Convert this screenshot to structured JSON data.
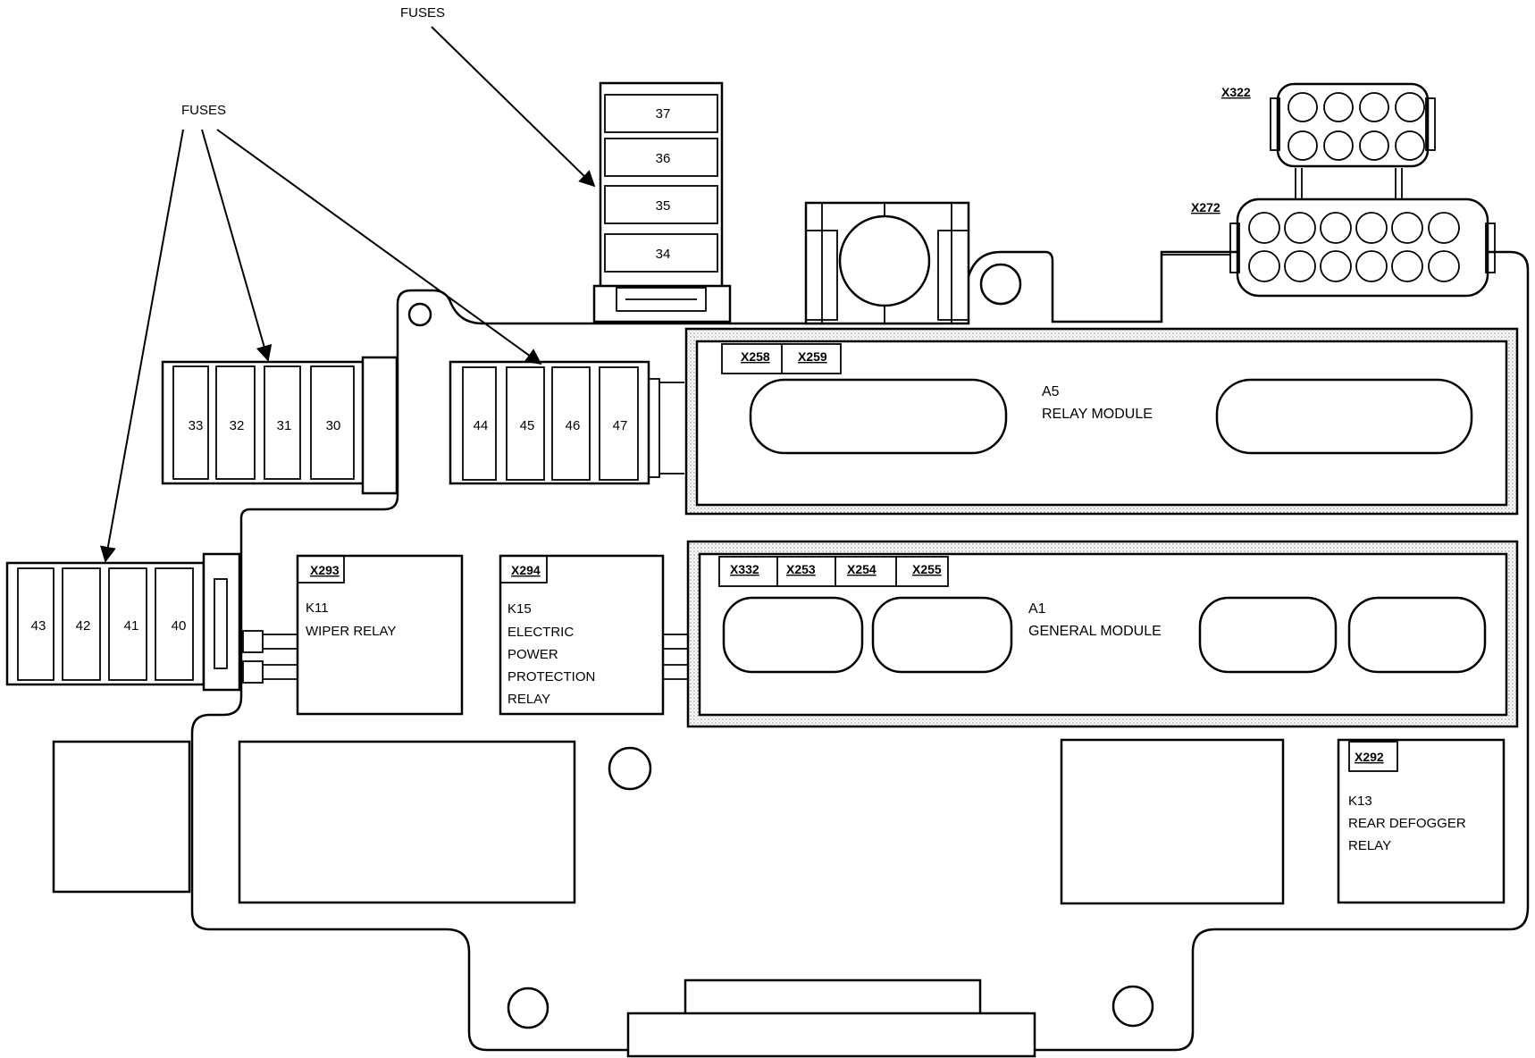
{
  "callouts": {
    "fuses_top": "FUSES",
    "fuses_left": "FUSES"
  },
  "fuse_blocks": {
    "top": [
      "37",
      "36",
      "35",
      "34"
    ],
    "mid_left": [
      "33",
      "32",
      "31",
      "30"
    ],
    "mid_right": [
      "44",
      "45",
      "46",
      "47"
    ],
    "bottom_left": [
      "43",
      "42",
      "41",
      "40"
    ]
  },
  "connectors": {
    "x322": "X322",
    "x272": "X272",
    "x258": "X258",
    "x259": "X259",
    "x332": "X332",
    "x253": "X253",
    "x254": "X254",
    "x255": "X255",
    "x293": "X293",
    "x294": "X294",
    "x292": "X292"
  },
  "modules": {
    "a5": {
      "id": "A5",
      "name": "RELAY MODULE"
    },
    "a1": {
      "id": "A1",
      "name": "GENERAL MODULE"
    }
  },
  "relays": {
    "k11": {
      "id": "K11",
      "name": "WIPER RELAY"
    },
    "k15": {
      "id": "K15",
      "lines": [
        "ELECTRIC",
        "POWER",
        "PROTECTION",
        "RELAY"
      ]
    },
    "k13": {
      "id": "K13",
      "lines": [
        "REAR DEFOGGER",
        "RELAY"
      ]
    }
  }
}
